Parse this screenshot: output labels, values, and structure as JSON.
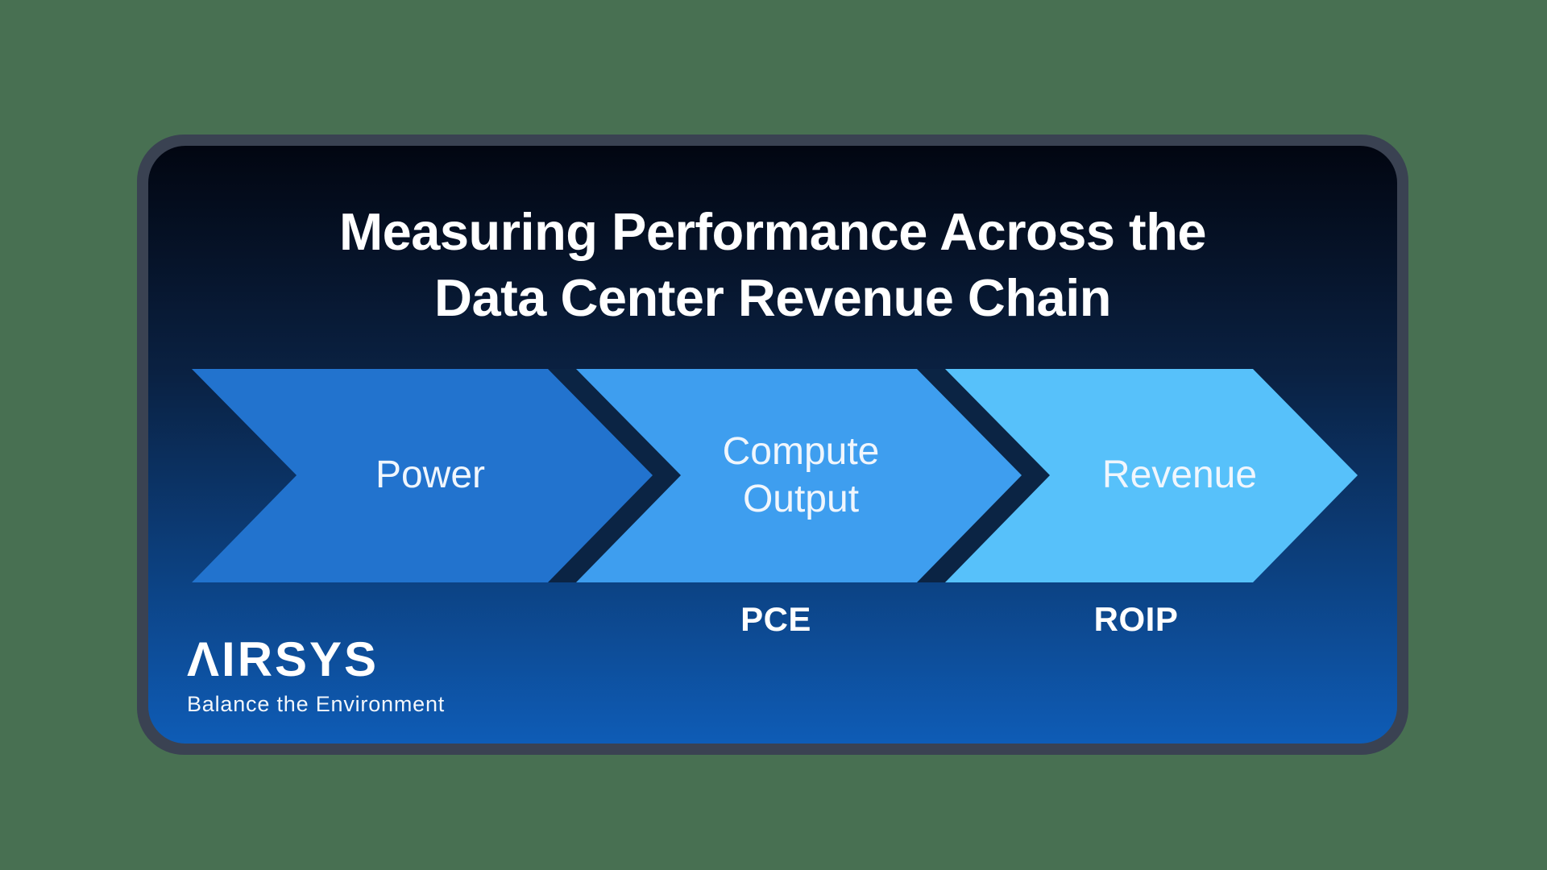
{
  "page": {
    "background_color": "#487052"
  },
  "card": {
    "border_color": "#3A4252",
    "gradient": {
      "top": "#020611",
      "mid": "#0A2142",
      "bottom": "#0E5CB6"
    }
  },
  "title": {
    "line1": "Measuring Performance Across the",
    "line2": "Data Center Revenue Chain"
  },
  "colors": {
    "chevron_outline": "#0B2444",
    "label_text": "#F0F6FD",
    "metric_text": "#FFFFFF"
  },
  "chevrons": [
    {
      "label": "Power",
      "metric": "",
      "fill": "#2273CE"
    },
    {
      "label": "Compute\nOutput",
      "metric": "PCE",
      "fill": "#3E9EEF"
    },
    {
      "label": "Revenue",
      "metric": "ROIP",
      "fill": "#57C1FA"
    }
  ],
  "logo": {
    "wordmark": "ΛIRSYS",
    "tagline": "Balance the Environment"
  }
}
